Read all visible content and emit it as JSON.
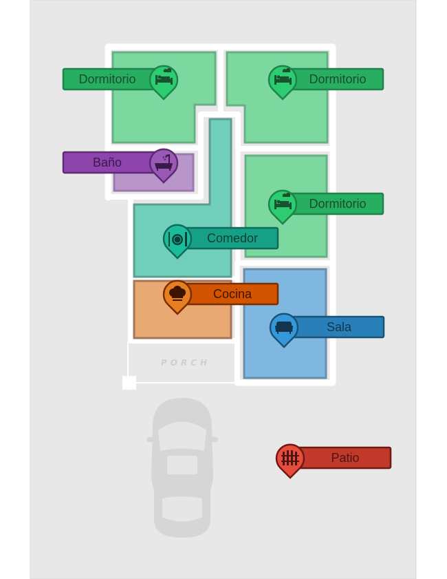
{
  "plan": {
    "porch_label": "PORCH",
    "rooms": [
      {
        "name": "Dormitorio",
        "icon": "bed-icon",
        "color": "#27ae60",
        "pin": "#2ecc71",
        "text": "#174d2c"
      },
      {
        "name": "Dormitorio",
        "icon": "bed-icon",
        "color": "#27ae60",
        "pin": "#2ecc71",
        "text": "#174d2c"
      },
      {
        "name": "Baño",
        "icon": "bathtub-icon",
        "color": "#8e44ad",
        "pin": "#9b59b6",
        "text": "#3b1a4a"
      },
      {
        "name": "Dormitorio",
        "icon": "bed-icon",
        "color": "#27ae60",
        "pin": "#2ecc71",
        "text": "#174d2c"
      },
      {
        "name": "Comedor",
        "icon": "dining-icon",
        "color": "#16a085",
        "pin": "#1abc9c",
        "text": "#0b3f35"
      },
      {
        "name": "Cocina",
        "icon": "chef-hat-icon",
        "color": "#d35400",
        "pin": "#e67e22",
        "text": "#3d1400"
      },
      {
        "name": "Sala",
        "icon": "sofa-icon",
        "color": "#2980b9",
        "pin": "#3498db",
        "text": "#12344d"
      },
      {
        "name": "Patio",
        "icon": "fence-icon",
        "color": "#c0392b",
        "pin": "#e74c3c",
        "text": "#4a1410"
      }
    ]
  }
}
